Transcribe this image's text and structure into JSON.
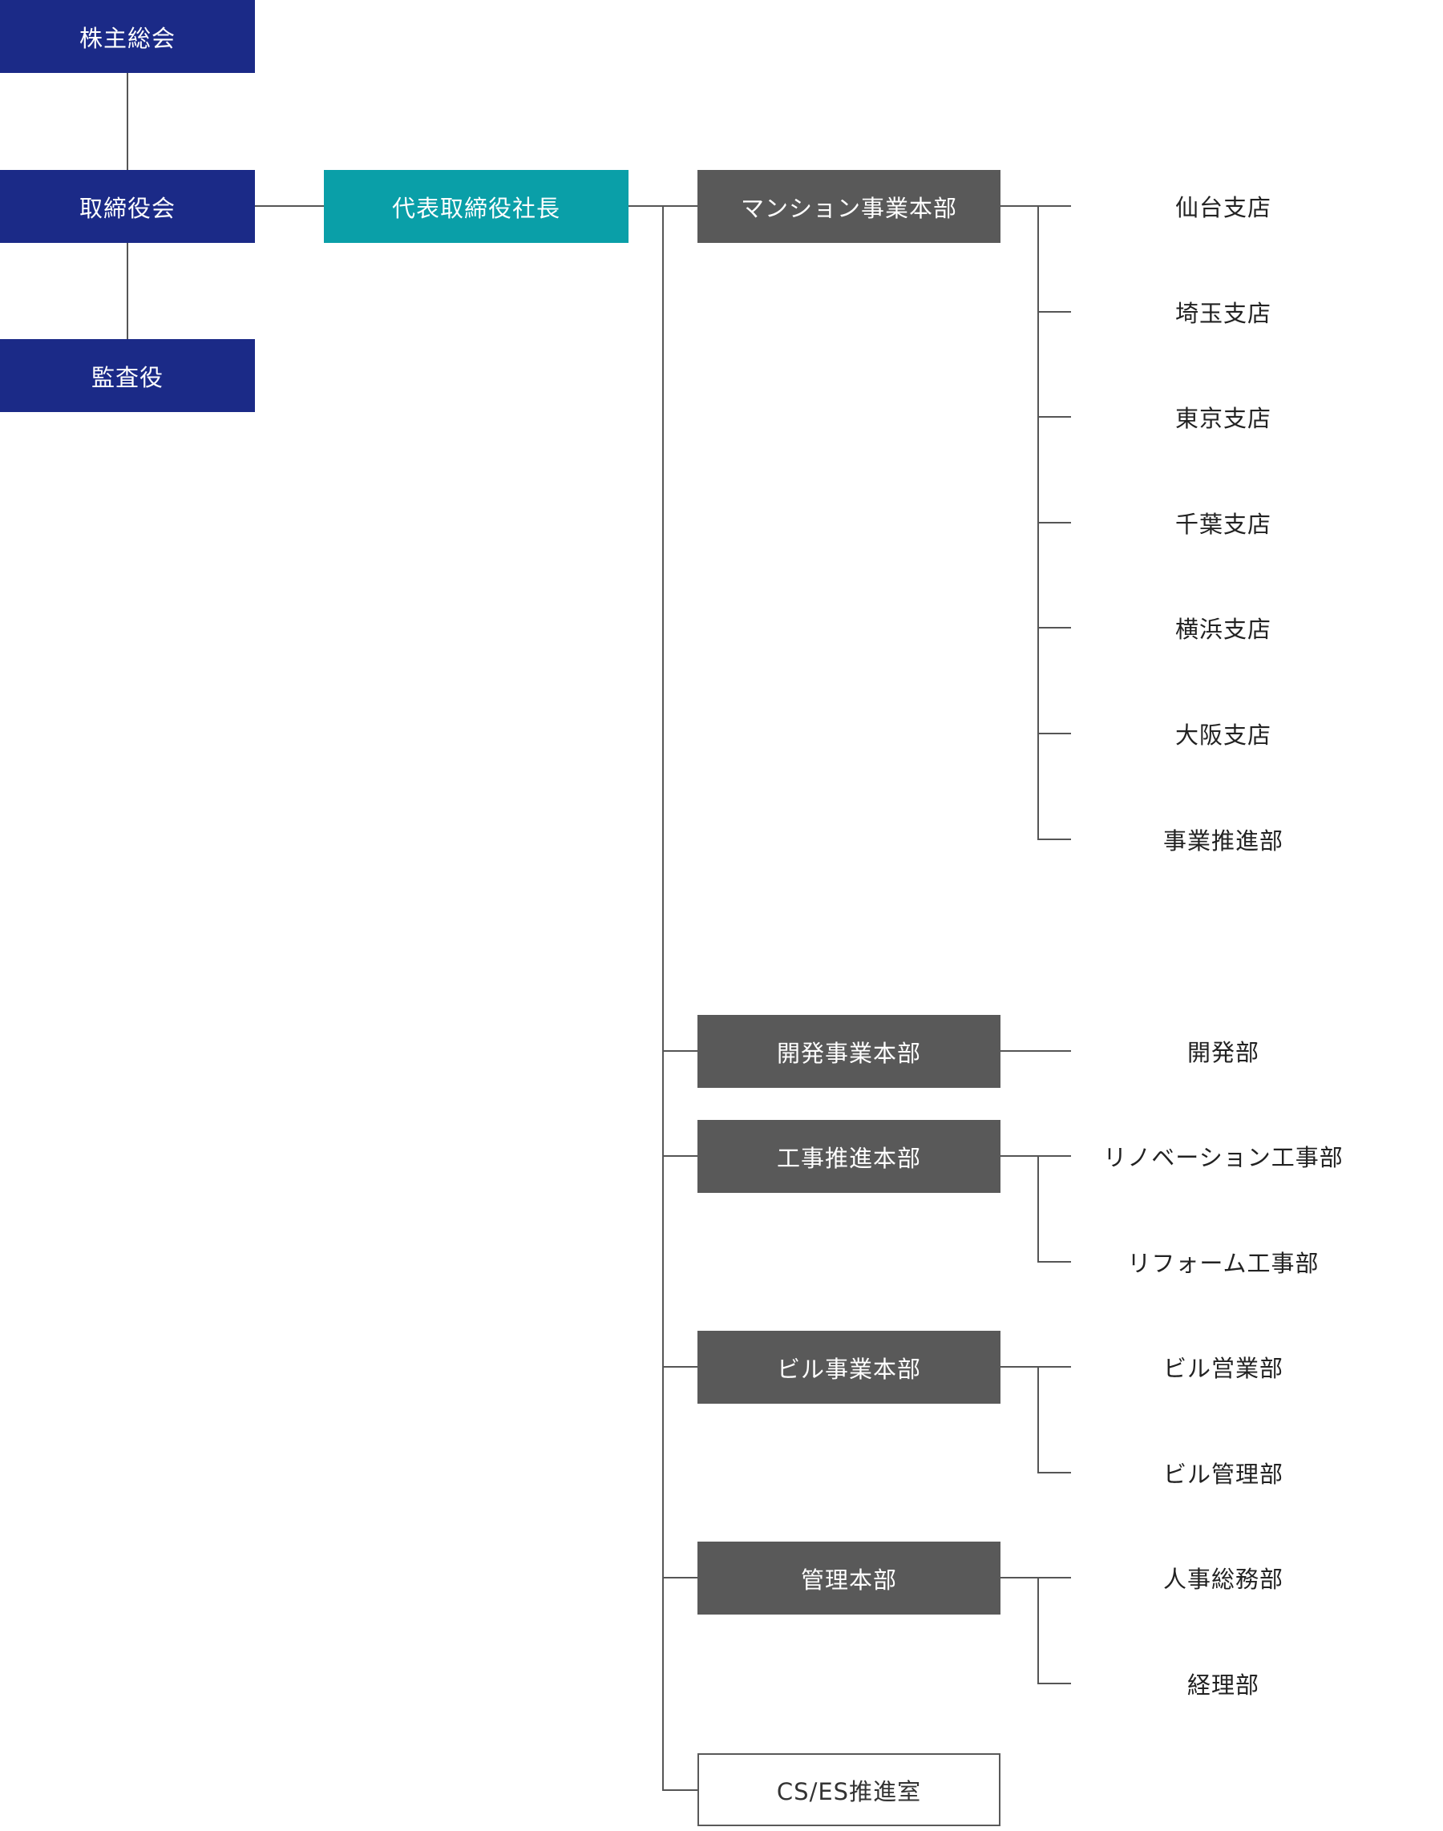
{
  "governance": {
    "shareholders": "株主総会",
    "board": "取締役会",
    "auditor": "監査役",
    "president": "代表取締役社長"
  },
  "divisions": [
    {
      "label": "マンション事業本部",
      "departments": [
        "仙台支店",
        "埼玉支店",
        "東京支店",
        "千葉支店",
        "横浜支店",
        "大阪支店",
        "事業推進部"
      ]
    },
    {
      "label": "開発事業本部",
      "departments": [
        "開発部"
      ]
    },
    {
      "label": "工事推進本部",
      "departments": [
        "リノベーション工事部",
        "リフォーム工事部"
      ]
    },
    {
      "label": "ビル事業本部",
      "departments": [
        "ビル営業部",
        "ビル管理部"
      ]
    },
    {
      "label": "管理本部",
      "departments": [
        "人事総務部",
        "経理部"
      ]
    },
    {
      "label": "CS/ES推進室",
      "departments": []
    }
  ],
  "colors": {
    "governance": "#1b2a87",
    "president": "#0a9fa8",
    "division": "#595959",
    "connector": "#555555"
  }
}
